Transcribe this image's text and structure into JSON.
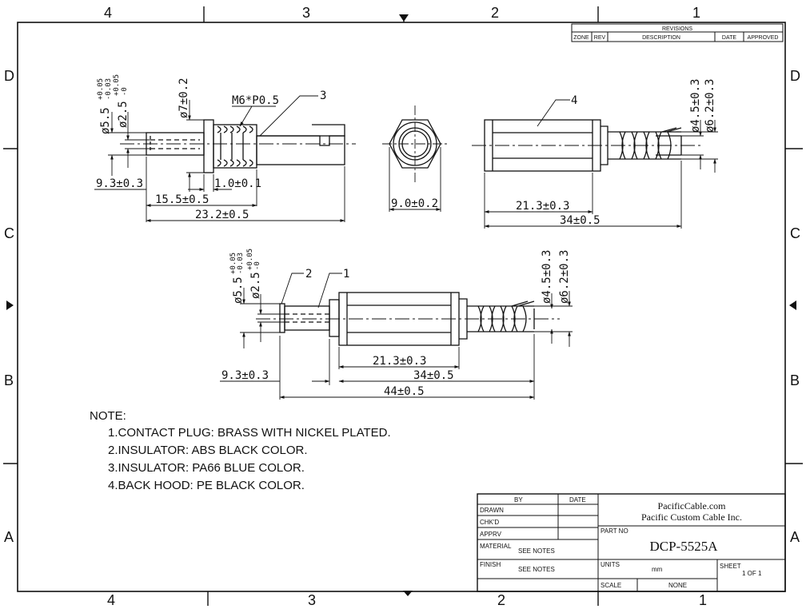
{
  "border": {
    "columns_top": [
      "4",
      "3",
      "2",
      "1"
    ],
    "columns_bottom": [
      "4",
      "3",
      "2",
      "1"
    ],
    "rows_left": [
      "D",
      "C",
      "B",
      "A"
    ],
    "rows_right": [
      "D",
      "C",
      "B",
      "A"
    ]
  },
  "revisions": {
    "title": "REVISIONS",
    "headers": [
      "ZONE",
      "REV",
      "DESCRIPTION",
      "DATE",
      "APPROVED"
    ]
  },
  "view1": {
    "d1": "ø5.5",
    "d1_tol_upper": "+0.05",
    "d1_tol_lower": "-0.03",
    "d2": "ø2.5",
    "d2_tol_upper": "+0.05",
    "d2_tol_lower": "-0",
    "d3": "ø7±0.2",
    "thread": "M6*P0.5",
    "callout": "3",
    "dim_a": "9.3±0.3",
    "dim_b": "1.0±0.1",
    "dim_c": "15.5±0.5",
    "dim_d": "23.2±0.5"
  },
  "view2": {
    "dim_hex": "9.0±0.2"
  },
  "view3": {
    "callout": "4",
    "d1": "ø4.5±0.3",
    "d2": "ø6.2±0.3",
    "dim_a": "21.3±0.3",
    "dim_b": "34±0.5"
  },
  "view4": {
    "d1": "ø5.5",
    "d1_tol_upper": "+0.05",
    "d1_tol_lower": "-0.03",
    "d2": "ø2.5",
    "d2_tol_upper": "+0.05",
    "d2_tol_lower": "-0",
    "callout_a": "2",
    "callout_b": "1",
    "d3": "ø4.5±0.3",
    "d4": "ø6.2±0.3",
    "dim_a": "21.3±0.3",
    "dim_b": "9.3±0.3",
    "dim_c": "34±0.5",
    "dim_d": "44±0.5"
  },
  "notes": {
    "heading": "NOTE:",
    "items": [
      "1.CONTACT PLUG: BRASS WITH NICKEL PLATED.",
      "2.INSULATOR: ABS BLACK COLOR.",
      "3.INSULATOR: PA66 BLUE COLOR.",
      "4.BACK HOOD: PE BLACK COLOR."
    ]
  },
  "title_block": {
    "by": "BY",
    "date": "DATE",
    "drawn": "DRAWN",
    "chkd": "CHK'D",
    "apprv": "APPRV",
    "material_label": "MATERIAL",
    "material_value": "SEE NOTES",
    "finish_label": "FINISH",
    "finish_value": "SEE NOTES",
    "company_line1": "PacificCable.com",
    "company_line2": "Pacific Custom Cable Inc.",
    "part_no_label": "PART NO",
    "part_no": "DCP-5525A",
    "units_label": "UNITS",
    "units": "mm",
    "sheet_label": "SHEET",
    "sheet": "1 OF 1",
    "scale_label": "SCALE",
    "scale": "NONE"
  }
}
